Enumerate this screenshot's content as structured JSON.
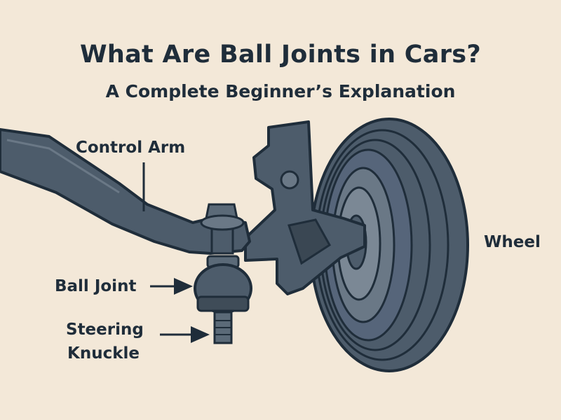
{
  "title": "What Are Ball Joints in Cars?",
  "subtitle": "A Complete Beginner’s Explanation",
  "labels": {
    "control_arm": "Control Arm",
    "ball_joint": "Ball Joint",
    "steering_line1": "Steering",
    "steering_line2": "Knuckle",
    "wheel": "Wheel"
  },
  "colors": {
    "background": "#f3e8d8",
    "part_fill": "#4d5c6b",
    "outline": "#1f2d3a",
    "text": "#1f2d3a"
  }
}
